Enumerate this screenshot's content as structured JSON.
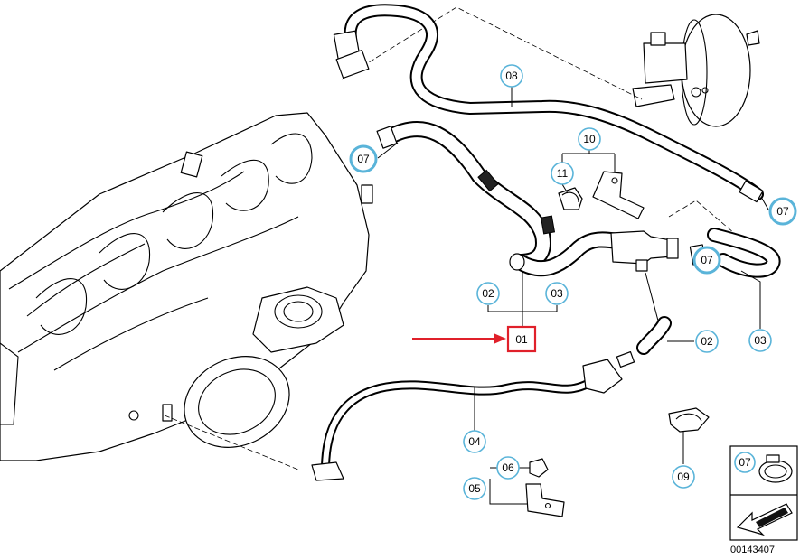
{
  "callouts": {
    "c08": "08",
    "c07_top_left": "07",
    "c07_top_right": "07",
    "c10": "10",
    "c11": "11",
    "c07_mid": "07",
    "c02_top": "02",
    "c03_top": "03",
    "c02_right": "02",
    "c03_right": "03",
    "c04": "04",
    "c06": "06",
    "c05": "05",
    "c09": "09",
    "c07_legend": "07"
  },
  "selected_part": "01",
  "diagram_number": "00143407",
  "colors": {
    "callout_ring": "#5ab4d9",
    "selected_box": "#e0202a",
    "pointer_arrow": "#e0202a"
  },
  "icons": {
    "legend_arrow": "arrow-icon",
    "legend_clamp": "hose-clamp-icon"
  }
}
